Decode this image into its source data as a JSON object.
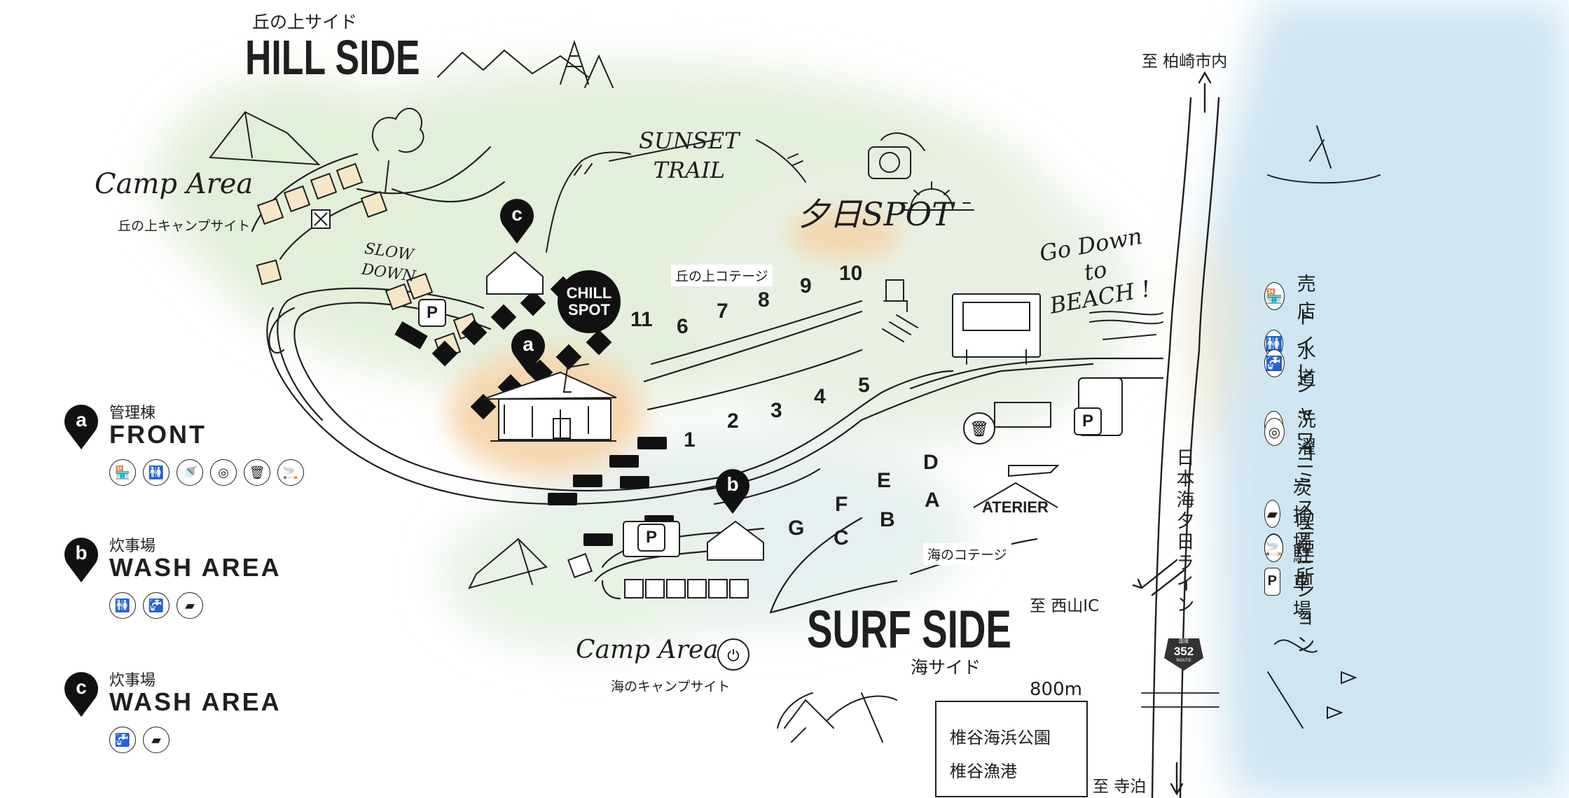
{
  "hill_side": {
    "sub": "丘の上サイド",
    "title": "HILL SIDE"
  },
  "surf_side": {
    "title": "SURF SIDE",
    "sub": "海サイド"
  },
  "camp_area_hill": {
    "title": "Camp Area",
    "sub": "丘の上キャンプサイト"
  },
  "camp_area_sea": {
    "title": "Camp Area",
    "sub": "海のキャンプサイト"
  },
  "slow_down": {
    "line1": "SLOW",
    "line2": "DOWN"
  },
  "sunset_trail": {
    "line1": "SUNSET",
    "line2": "TRAIL"
  },
  "sunset_spot": "夕日SPOT",
  "chill_spot": {
    "line1": "CHILL",
    "line2": "SPOT"
  },
  "go_down": {
    "line1": "Go Down",
    "line2": "to",
    "line3": "BEACH !"
  },
  "hill_cottage_label": "丘の上コテージ",
  "sea_cottage_label": "海のコテージ",
  "hill_cottages": [
    "1",
    "2",
    "3",
    "4",
    "5",
    "6",
    "7",
    "8",
    "9",
    "10",
    "11"
  ],
  "sea_cottages": [
    "A",
    "B",
    "C",
    "D",
    "E",
    "F",
    "G"
  ],
  "ateier": "ATERIER",
  "parking_mark": "P",
  "pins": {
    "a": "a",
    "b": "b",
    "c": "c"
  },
  "road": {
    "north": "至 柏崎市内",
    "south": "至 寺泊",
    "west": "至 西山IC",
    "name": "日本海夕日ライン",
    "route_top": "国道",
    "route_no": "352",
    "route_bottom": "ROUTE"
  },
  "distance": "800m",
  "nearby": [
    "椎谷海浜公園",
    "椎谷漁港"
  ],
  "sections": [
    {
      "pin": "a",
      "sub": "管理棟",
      "title": "FRONT",
      "icons": [
        "shop-icon",
        "toilet-icon",
        "shower-icon",
        "laundry-icon",
        "trash-icon",
        "smoking-icon"
      ]
    },
    {
      "pin": "b",
      "sub": "炊事場",
      "title": "WASH AREA",
      "icons": [
        "toilet-icon",
        "water-tap-icon",
        "charcoal-icon"
      ]
    },
    {
      "pin": "c",
      "sub": "炊事場",
      "title": "WASH AREA",
      "icons": [
        "water-tap-icon",
        "charcoal-icon"
      ]
    }
  ],
  "legend": [
    {
      "icon": "shop-icon",
      "glyph": "🏪",
      "label": "売店"
    },
    {
      "icon": "toilet-icon",
      "glyph": "🚻",
      "label": "トイレ"
    },
    {
      "icon": "water-tap-icon",
      "glyph": "🚰",
      "label": "水道"
    },
    {
      "icon": "shower-icon",
      "glyph": "🚿",
      "label": "シャワー"
    },
    {
      "icon": "laundry-icon",
      "glyph": "◎",
      "label": "洗濯"
    },
    {
      "icon": "trash-icon",
      "glyph": "🗑",
      "label": "ゴミステーション"
    },
    {
      "icon": "charcoal-icon",
      "glyph": "▰",
      "label": "炭捨場"
    },
    {
      "icon": "smoking-icon",
      "glyph": "🚬",
      "label": "喫煙所"
    },
    {
      "icon": "parking-icon",
      "glyph": "P",
      "label": "駐車場"
    }
  ],
  "colors": {
    "sea": "#cfe8f3",
    "green": "#e3efd9",
    "orange": "#f6dcba",
    "ink": "#1f1f1f"
  }
}
